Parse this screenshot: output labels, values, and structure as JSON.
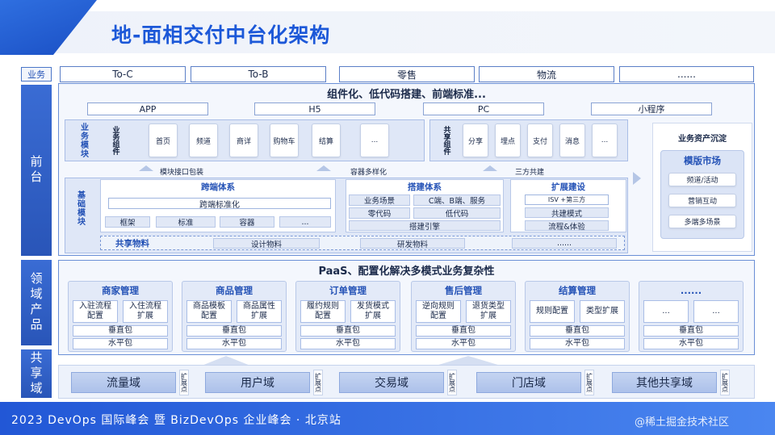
{
  "title": "地-面相交付中台化架构",
  "business_row": {
    "label": "业务",
    "items": [
      "To-C",
      "To-B",
      "零售",
      "物流",
      "......"
    ]
  },
  "bands": {
    "front": "前台",
    "domain": "领域产品",
    "shared": "共享域"
  },
  "front": {
    "headline": "组件化、低代码搭建、前端标准...",
    "channels": [
      "APP",
      "H5",
      "PC",
      "小程序"
    ],
    "biz_module_label": "业务模块",
    "biz_component_label": "业务组件",
    "biz_components": [
      "首页",
      "频道",
      "商详",
      "购物车",
      "结算",
      "..."
    ],
    "shared_component_label": "共享组件",
    "shared_components": [
      "分享",
      "埋点",
      "支付",
      "消息",
      "..."
    ],
    "arrow_labels": [
      "模块接口包装",
      "容器多样化",
      "三方共建"
    ],
    "base_module_label": "基础模块",
    "cross": {
      "title": "跨端体系",
      "standard": "跨端标准化",
      "items": [
        "框架",
        "标准",
        "容器",
        "..."
      ]
    },
    "build": {
      "title": "搭建体系",
      "items": [
        "业务场景",
        "C端、B端、服务",
        "零代码",
        "低代码"
      ],
      "engine": "搭建引擎"
    },
    "extend": {
      "title": "扩展建设",
      "items": [
        "ISV +第三方",
        "共建模式",
        "流程&体验"
      ]
    },
    "shared_materials": {
      "label": "共享物料",
      "items": [
        "设计物料",
        "研发物料",
        "......"
      ]
    },
    "asset": {
      "title": "业务资产沉淀",
      "market": "模版市场",
      "items": [
        "频道/活动",
        "营销互动",
        "多端多场景"
      ]
    }
  },
  "domain": {
    "headline": "PaaS、配置化解决多模式业务复杂性",
    "cards": [
      {
        "title": "商家管理",
        "a": "入驻流程配置",
        "b": "入住流程扩展",
        "v": "垂直包",
        "h": "水平包"
      },
      {
        "title": "商品管理",
        "a": "商品模板配置",
        "b": "商品属性扩展",
        "v": "垂直包",
        "h": "水平包"
      },
      {
        "title": "订单管理",
        "a": "履约规则配置",
        "b": "发货模式扩展",
        "v": "垂直包",
        "h": "水平包"
      },
      {
        "title": "售后管理",
        "a": "逆向规则配置",
        "b": "退货类型扩展",
        "v": "垂直包",
        "h": "水平包"
      },
      {
        "title": "结算管理",
        "a": "规则配置",
        "b": "类型扩展",
        "v": "垂直包",
        "h": "水平包"
      },
      {
        "title": "......",
        "a": "...",
        "b": "...",
        "v": "垂直包",
        "h": "水平包"
      }
    ]
  },
  "shared": {
    "items": [
      "流量域",
      "用户域",
      "交易域",
      "门店域",
      "其他共享域"
    ],
    "expand_label": "扩展点"
  },
  "footer": {
    "text": "2023 DevOps 国际峰会 暨 BizDevOps 企业峰会 · 北京站",
    "watermark": "@稀土掘金技术社区"
  },
  "colors": {
    "primary": "#1c58d8",
    "band": "#2955b8",
    "panel": "#f4f7fd",
    "card": "#e3eaf8"
  }
}
